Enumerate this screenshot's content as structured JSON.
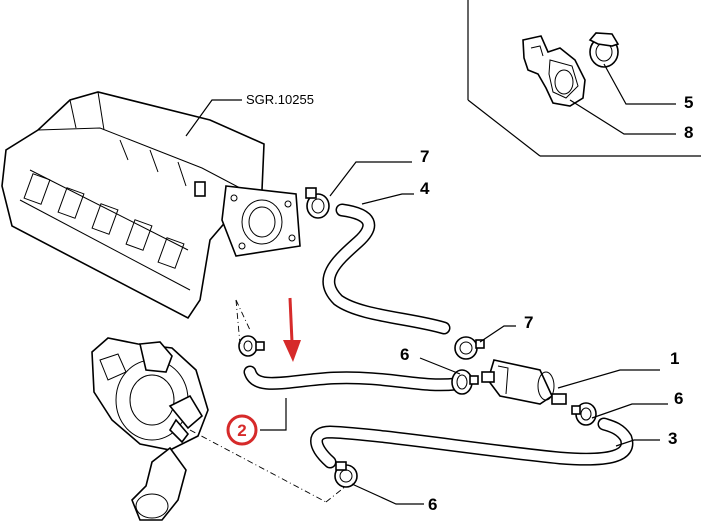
{
  "reference_code": "SGR.10255",
  "callouts": {
    "c1": "1",
    "c2": "2",
    "c3": "3",
    "c4": "4",
    "c5": "5",
    "c6a": "6",
    "c6b": "6",
    "c6c": "6",
    "c7a": "7",
    "c7b": "7",
    "c8": "8"
  },
  "colors": {
    "highlight": "#d62a2a",
    "line": "#000000",
    "background": "#ffffff"
  }
}
